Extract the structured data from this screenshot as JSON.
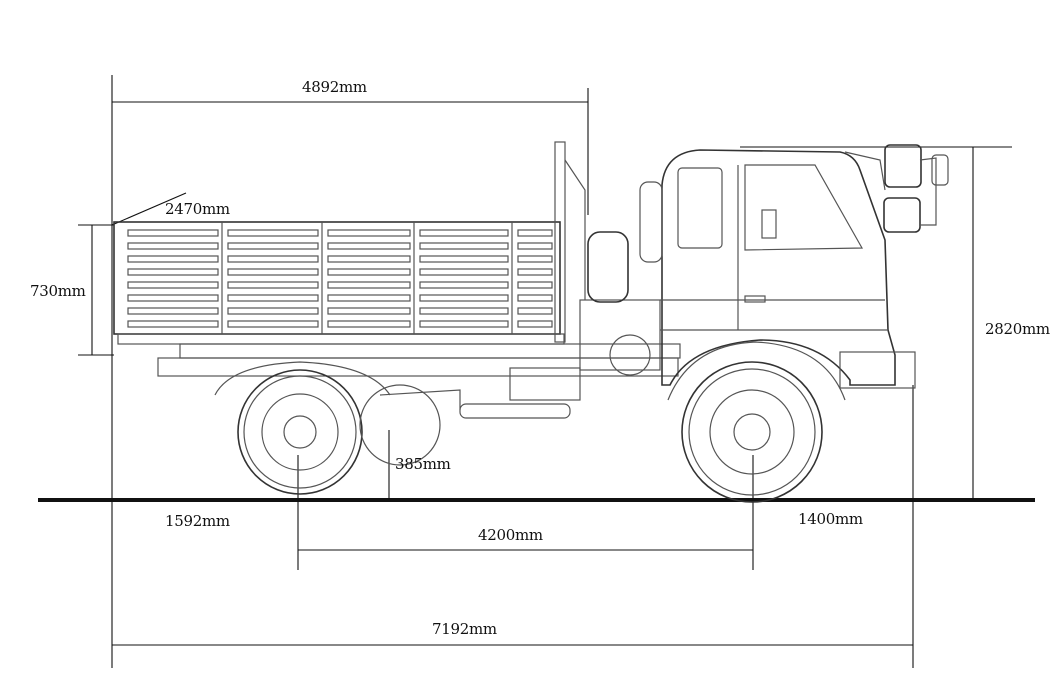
{
  "title": "Truck side-view dimensions",
  "dimensions": {
    "cargo_length": "4892mm",
    "cargo_width": "2470mm",
    "side_board_height": "730mm",
    "overall_height": "2820mm",
    "ground_clearance": "385mm",
    "rear_overhang": "1592mm",
    "wheelbase": "4200mm",
    "front_overhang": "1400mm",
    "overall_length": "7192mm"
  }
}
